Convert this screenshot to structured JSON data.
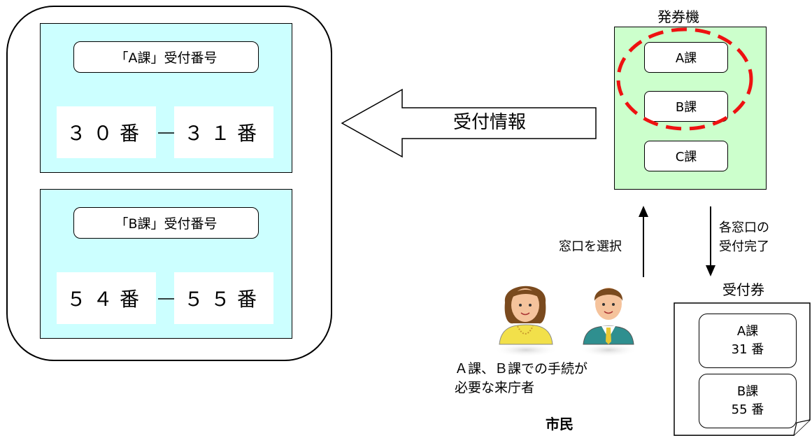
{
  "panel": {
    "section_a": {
      "title": "「A課」受付番号",
      "from": "３０番",
      "to": "３１番"
    },
    "section_b": {
      "title": "「B課」受付番号",
      "from": "５４番",
      "to": "５５番"
    }
  },
  "flow": {
    "info_label": "受付情報"
  },
  "machine": {
    "title": "発券機",
    "buttons": [
      "A課",
      "B課",
      "C課"
    ]
  },
  "labels": {
    "select_window": "窓口を選択",
    "complete_line1": "各窓口の",
    "complete_line2": "受付完了",
    "people_line1": "Ａ課、Ｂ課での手続が",
    "people_line2": "必要な来庁者",
    "citizen": "市民"
  },
  "ticket": {
    "title": "受付券",
    "items": [
      {
        "dept": "A課",
        "number": "31 番"
      },
      {
        "dept": "B課",
        "number": "55 番"
      }
    ]
  },
  "colors": {
    "panel_section": "#ccffff",
    "machine": "#ccffcc",
    "highlight": "#ee1111"
  },
  "icons": [
    "woman-icon",
    "man-icon"
  ]
}
